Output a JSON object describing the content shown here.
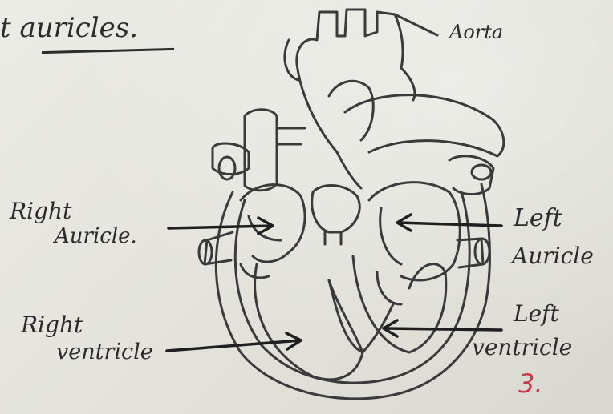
{
  "heading": {
    "text": "t auricles."
  },
  "labels": {
    "aorta": "Aorta",
    "right_auricle": [
      "Right",
      "Auricle."
    ],
    "left_auricle": [
      "Left",
      "Auricle"
    ],
    "right_ventricle": [
      "Right",
      "ventricle"
    ],
    "left_ventricle": [
      "Left",
      "ventricle"
    ]
  },
  "page_number": "3.",
  "colors": {
    "pencil": "#2b2b2b",
    "page_number_ink": "#c93a4a",
    "paper": "#e6e6df"
  }
}
